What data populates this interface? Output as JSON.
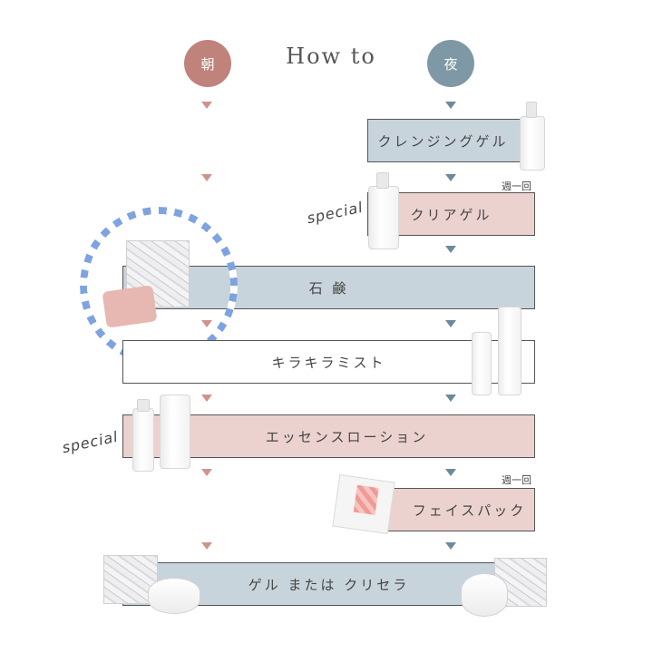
{
  "header": {
    "title": "How to",
    "morning": "朝",
    "night": "夜"
  },
  "colors": {
    "morning": "#c0837c",
    "night": "#7e98a6",
    "box_blue": "#c8d4db",
    "box_pink": "#ebd2cf",
    "circle_highlight": "#7fa3e0"
  },
  "steps": [
    {
      "label": "クレンジングゲル",
      "morning": false,
      "night": true
    },
    {
      "label": "クリアゲル",
      "morning": false,
      "night": true,
      "note_special": "special",
      "note_weekly": "週一回"
    },
    {
      "label": "石 鹸",
      "morning": true,
      "night": true
    },
    {
      "label": "キラキラミスト",
      "morning": true,
      "night": true
    },
    {
      "label": "エッセンスローション",
      "morning": true,
      "night": true,
      "note_special": "special"
    },
    {
      "label": "フェイスパック",
      "morning": false,
      "night": true,
      "note_weekly": "週一回"
    },
    {
      "label": "ゲル または クリセラ",
      "morning": true,
      "night": true
    }
  ]
}
